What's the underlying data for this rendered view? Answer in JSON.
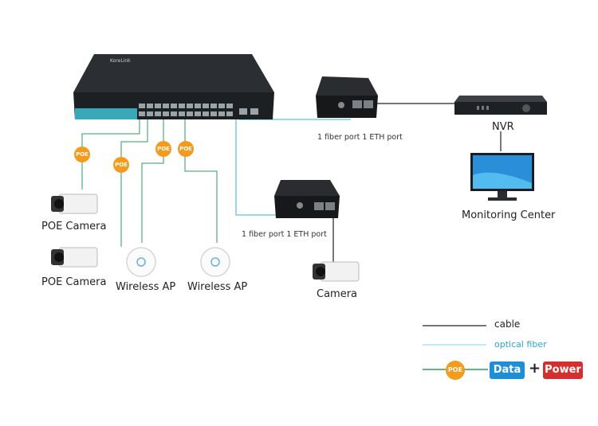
{
  "switch": {
    "brand": "KoreLink"
  },
  "converters": {
    "top_label": "1 fiber port 1 ETH port",
    "mid_label": "1 fiber port 1 ETH port"
  },
  "devices": {
    "nvr": "NVR",
    "monitor": "Monitoring Center",
    "camera_fiber": "Camera",
    "poe_camera_1": "POE Camera",
    "poe_camera_2": "POE Camera",
    "ap_1": "Wireless AP",
    "ap_2": "Wireless AP"
  },
  "poe_badges": [
    "POE",
    "POE",
    "POE",
    "POE"
  ],
  "legend": {
    "cable": "cable",
    "fiber": "optical fiber",
    "poe": "POE",
    "data": "Data",
    "plus": "+",
    "power": "Power"
  },
  "colors": {
    "cable": "#222222",
    "fiber": "#5fc3e4",
    "poe_line": "#2e9e5b",
    "poe_badge": "#f39b1c",
    "data_tag": "#1e8fd6",
    "power_tag": "#d32f2f"
  }
}
